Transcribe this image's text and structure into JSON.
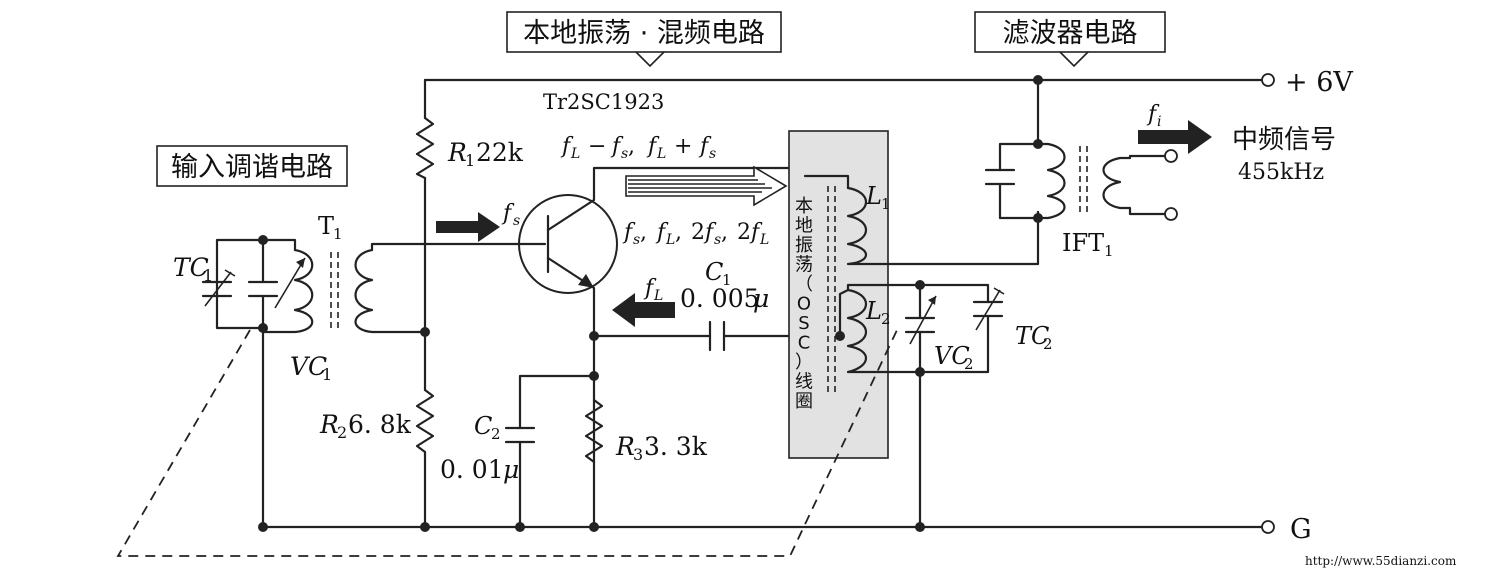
{
  "sections": {
    "osc_mixer": "本地振荡 · 混频电路",
    "filter": "滤波器电路",
    "input_tuning": "输入调谐电路"
  },
  "supply": {
    "vplus": "+ 6V",
    "ground": "G"
  },
  "transistor": {
    "label": "Tr2SC1923"
  },
  "resistors": {
    "r1_sym": "R",
    "r1_sub": "1",
    "r1_val": "22k",
    "r2_sym": "R",
    "r2_sub": "2",
    "r2_val": "6. 8k",
    "r3_sym": "R",
    "r3_sub": "3",
    "r3_val": "3. 3k"
  },
  "capacitors": {
    "c1_sym": "C",
    "c1_sub": "1",
    "c1_val": "0. 005",
    "c2_sym": "C",
    "c2_sub": "2",
    "c2_val": "0. 01",
    "mu": "μ"
  },
  "tuning": {
    "tc1_sym": "TC",
    "tc1_sub": "1",
    "vc1_sym": "VC",
    "vc1_sub": "1",
    "vc2_sym": "VC",
    "vc2_sub": "2",
    "tc2_sym": "TC",
    "tc2_sub": "2"
  },
  "transformers": {
    "t1_sym": "T",
    "t1_sub": "1",
    "ift_sym": "IFT",
    "ift_sub": "1",
    "l1_sym": "L",
    "l1_sub": "1",
    "l2_sym": "L",
    "l2_sub": "2"
  },
  "osc_coil_label": [
    "本",
    "地",
    "振",
    "荡",
    "（",
    "O",
    "S",
    "C",
    "）",
    "线",
    "圈"
  ],
  "signals": {
    "f": "f",
    "sub_s": "s",
    "sub_L": "L",
    "sub_i": "i",
    "mix_minus": " − ",
    "mix_plus": " + ",
    "comma": ", ",
    "two": "2",
    "if_title": "中频信号",
    "if_freq": "455kHz"
  },
  "watermark": "http://www.55dianzi.com"
}
